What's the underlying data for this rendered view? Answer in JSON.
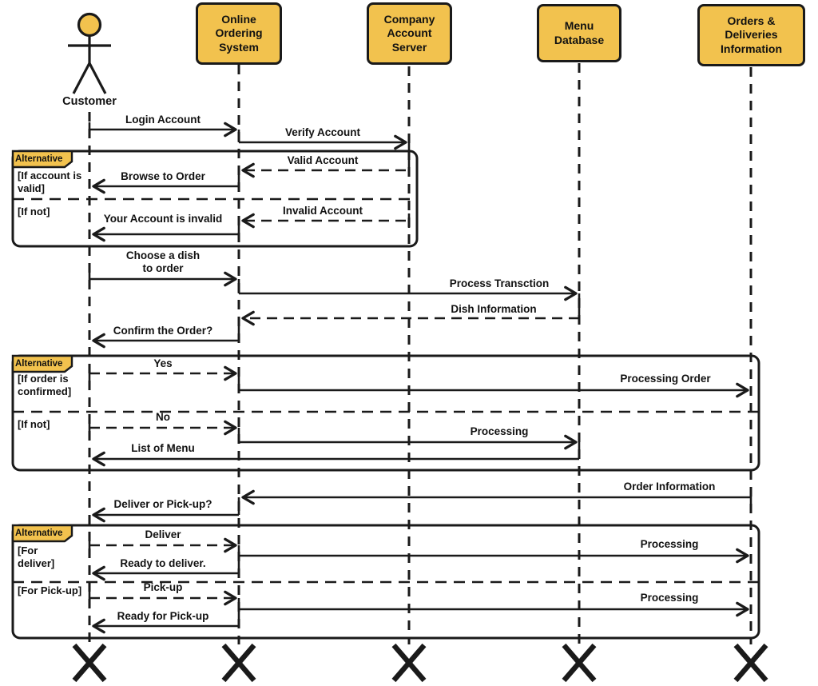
{
  "diagram_type": "UML sequence diagram",
  "colors": {
    "participant_fill": "#F2C24E",
    "line": "#1a1a1a",
    "background": "#ffffff"
  },
  "actor": {
    "label": "Customer"
  },
  "participants": [
    {
      "label": "Online Ordering System"
    },
    {
      "label": "Company Account Server"
    },
    {
      "label": "Menu Database"
    },
    {
      "label": "Orders & Deliveries Information"
    }
  ],
  "fragments": [
    {
      "operator": "Alternative",
      "guard1": "[If account is valid]",
      "guard2": "[If not]"
    },
    {
      "operator": "Alternative",
      "guard1": "[If order is confirmed]",
      "guard2": "[If not]"
    },
    {
      "operator": "Alternative",
      "guard1": "[For deliver]",
      "guard2": "[For Pick-up]"
    }
  ],
  "messages": [
    {
      "label": "Login Account",
      "from": "Customer",
      "to": "Online Ordering System",
      "line": "solid"
    },
    {
      "label": "Verify Account",
      "from": "Online Ordering System",
      "to": "Company Account Server",
      "line": "solid"
    },
    {
      "label": "Valid Account",
      "from": "Company Account Server",
      "to": "Online Ordering System",
      "line": "dashed"
    },
    {
      "label": "Browse to Order",
      "from": "Online Ordering System",
      "to": "Customer",
      "line": "solid"
    },
    {
      "label": "Invalid Account",
      "from": "Company Account Server",
      "to": "Online Ordering System",
      "line": "dashed"
    },
    {
      "label": "Your Account is invalid",
      "from": "Online Ordering System",
      "to": "Customer",
      "line": "solid"
    },
    {
      "label": "Choose a dish to order",
      "from": "Customer",
      "to": "Online Ordering System",
      "line": "solid"
    },
    {
      "label": "Process Transction",
      "from": "Online Ordering System",
      "to": "Menu Database",
      "line": "solid"
    },
    {
      "label": "Dish Information",
      "from": "Menu Database",
      "to": "Online Ordering System",
      "line": "dashed"
    },
    {
      "label": "Confirm the Order?",
      "from": "Online Ordering System",
      "to": "Customer",
      "line": "solid"
    },
    {
      "label": "Yes",
      "from": "Customer",
      "to": "Online Ordering System",
      "line": "dashed"
    },
    {
      "label": "Processing Order",
      "from": "Online Ordering System",
      "to": "Orders & Deliveries Information",
      "line": "solid"
    },
    {
      "label": "No",
      "from": "Customer",
      "to": "Online Ordering System",
      "line": "dashed"
    },
    {
      "label": "Processing",
      "from": "Online Ordering System",
      "to": "Menu Database",
      "line": "solid"
    },
    {
      "label": "List of Menu",
      "from": "Menu Database",
      "to": "Customer",
      "line": "solid"
    },
    {
      "label": "Order Information",
      "from": "Orders & Deliveries Information",
      "to": "Online Ordering System",
      "line": "solid"
    },
    {
      "label": "Deliver or Pick-up?",
      "from": "Online Ordering System",
      "to": "Customer",
      "line": "solid"
    },
    {
      "label": "Deliver",
      "from": "Customer",
      "to": "Online Ordering System",
      "line": "dashed"
    },
    {
      "label": "Processing",
      "from": "Online Ordering System",
      "to": "Orders & Deliveries Information",
      "line": "solid"
    },
    {
      "label": "Ready to deliver.",
      "from": "Online Ordering System",
      "to": "Customer",
      "line": "solid"
    },
    {
      "label": "Pick-up",
      "from": "Customer",
      "to": "Online Ordering System",
      "line": "dashed"
    },
    {
      "label": "Processing",
      "from": "Online Ordering System",
      "to": "Orders & Deliveries Information",
      "line": "solid"
    },
    {
      "label": "Ready for Pick-up",
      "from": "Online Ordering System",
      "to": "Customer",
      "line": "solid"
    }
  ]
}
